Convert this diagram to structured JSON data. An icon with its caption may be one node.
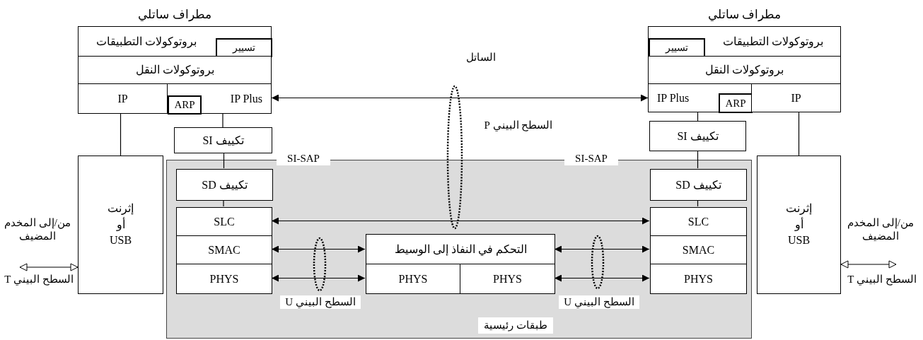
{
  "diagram": {
    "nodes": [
      {
        "text": [
          "مطراف ساتلي"
        ]
      },
      {
        "text": [
          "بروتوكولات التطبيقات"
        ],
        "in": 0
      },
      {
        "text": [
          "تسيير"
        ],
        "in": 1
      },
      {
        "text": [
          "بروتوكولات النقل"
        ],
        "in": 0
      },
      {
        "text": [
          "IP"
        ],
        "in": 0
      },
      {
        "text": [
          "IP Plus"
        ],
        "in": 0
      },
      {
        "text": [
          "ARP"
        ],
        "in": 5
      },
      {
        "text": [
          "تكييف SI"
        ]
      },
      {
        "text": [
          "إثرنت أو USB"
        ]
      },
      {
        "text": [
          "طبقات رئيسية"
        ]
      },
      {
        "text": [
          "تكييف SD"
        ],
        "in": 9
      },
      {
        "text": [
          "SLC"
        ],
        "in": 9
      },
      {
        "text": [
          "SMAC"
        ],
        "in": 9
      },
      {
        "text": [
          "PHYS"
        ],
        "in": 9
      },
      {
        "text": [
          "التحكم في النفاذ إلى الوسيط"
        ],
        "in": 9
      },
      {
        "text": [
          "PHYS"
        ],
        "in": 9
      },
      {
        "text": [
          "PHYS"
        ],
        "in": 9
      },
      {
        "text": [
          "تكييف SD"
        ],
        "in": 9
      },
      {
        "text": [
          "SLC"
        ],
        "in": 9
      },
      {
        "text": [
          "SMAC"
        ],
        "in": 9
      },
      {
        "text": [
          "PHYS"
        ],
        "in": 9
      },
      {
        "text": [
          "مطراف ساتلي"
        ]
      },
      {
        "text": [
          "بروتوكولات التطبيقات"
        ],
        "in": 21
      },
      {
        "text": [
          "تسيير"
        ],
        "in": 22
      },
      {
        "text": [
          "بروتوكولات النقل"
        ],
        "in": 21
      },
      {
        "text": [
          "IP Plus"
        ],
        "in": 21
      },
      {
        "text": [
          "ARP"
        ],
        "in": 25
      },
      {
        "text": [
          "IP"
        ],
        "in": 21
      },
      {
        "text": [
          "تكييف SI"
        ]
      },
      {
        "text": [
          "إثرنت أو USB"
        ]
      },
      {
        "text": [],
        "shape": "ellipse"
      },
      {
        "text": [],
        "shape": "ellipse",
        "in": 9
      },
      {
        "text": [],
        "shape": "ellipse",
        "in": 9
      }
    ],
    "edges": [
      {
        "from": 5,
        "to": 25,
        "arrow": "both"
      },
      {
        "from": 4,
        "to": 8,
        "arrow": "none"
      },
      {
        "from": 5,
        "to": 7,
        "arrow": "none"
      },
      {
        "from": 7,
        "to": 10,
        "arrow": "none"
      },
      {
        "from": 10,
        "to": 11,
        "arrow": "none"
      },
      {
        "from": 11,
        "to": 18,
        "arrow": "both"
      },
      {
        "from": 12,
        "to": 14,
        "arrow": "both"
      },
      {
        "from": 13,
        "to": 15,
        "arrow": "both"
      },
      {
        "from": 14,
        "to": 19,
        "arrow": "both"
      },
      {
        "from": 16,
        "to": 20,
        "arrow": "both"
      },
      {
        "from": 27,
        "to": 29,
        "arrow": "none"
      },
      {
        "from": 25,
        "to": 28,
        "arrow": "none"
      },
      {
        "from": 28,
        "to": 17,
        "arrow": "none"
      },
      {
        "from": 17,
        "to": 18,
        "arrow": "none"
      },
      {
        "from": null,
        "to": 8,
        "arrow": "both",
        "label": "السطح البيني T"
      },
      {
        "from": 29,
        "to": null,
        "arrow": "both",
        "label": "السطح البيني T"
      }
    ],
    "labels": [
      "الساتل",
      "السطح البيني P",
      "SI-SAP",
      "SI-SAP",
      "من/إلى المخدم المضيف",
      "من/إلى المخدم المضيف",
      "السطح البيني U",
      "السطح البيني U"
    ]
  }
}
